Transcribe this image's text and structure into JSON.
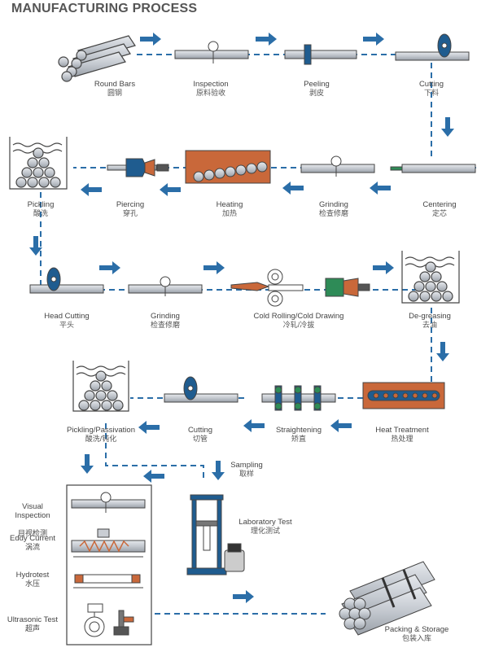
{
  "title": "MANUFACTURING PROCESS",
  "steps": {
    "round_bars": {
      "en": "Round Bars",
      "zh": "圆钢"
    },
    "inspection": {
      "en": "Inspection",
      "zh": "原料验收"
    },
    "peeling": {
      "en": "Peeling",
      "zh": "剥皮"
    },
    "cutting1": {
      "en": "Cutting",
      "zh": "下料"
    },
    "centering": {
      "en": "Centering",
      "zh": "定芯"
    },
    "grinding1": {
      "en": "Grinding",
      "zh": "检查修磨"
    },
    "heating": {
      "en": "Heating",
      "zh": "加热"
    },
    "piercing": {
      "en": "Piercing",
      "zh": "穿孔"
    },
    "pickling": {
      "en": "Pickling",
      "zh": "酸洗"
    },
    "head_cutting": {
      "en": "Head Cutting",
      "zh": "平头"
    },
    "grinding2": {
      "en": "Grinding",
      "zh": "检查修磨"
    },
    "cold_rolling": {
      "en": "Cold Rolling/Cold Drawing",
      "zh": "冷轧/冷拔"
    },
    "degreasing": {
      "en": "De-greasing",
      "zh": "去油"
    },
    "heat_treatment": {
      "en": "Heat Treatment",
      "zh": "热处理"
    },
    "straightening": {
      "en": "Straightening",
      "zh": "矫直"
    },
    "cutting2": {
      "en": "Cutting",
      "zh": "切管"
    },
    "pickling_passivation": {
      "en": "Pickling/Passivation",
      "zh": "酸洗/钝化"
    },
    "sampling": {
      "en": "Sampling",
      "zh": "取样"
    },
    "visual_inspection": {
      "en": "Visual\nInspection",
      "zh": "目视检测"
    },
    "eddy_current": {
      "en": "Eddy Current",
      "zh": "涡流"
    },
    "hydrotest": {
      "en": "Hydrotest",
      "zh": "水压"
    },
    "ultrasonic": {
      "en": "Ultrasonic Test",
      "zh": "超声"
    },
    "lab_test": {
      "en": "Laboratory Test",
      "zh": "理化测试"
    },
    "packing": {
      "en": "Packing & Storage",
      "zh": "包装入库"
    }
  },
  "colors": {
    "flow_line": "#2b6ea8",
    "arrow": "#2b6ea8",
    "tube_fill": "#c9cdd3",
    "tube_stroke": "#444444",
    "furnace": "#c9683a",
    "roller": "#1f5c8f",
    "dark": "#333333"
  }
}
